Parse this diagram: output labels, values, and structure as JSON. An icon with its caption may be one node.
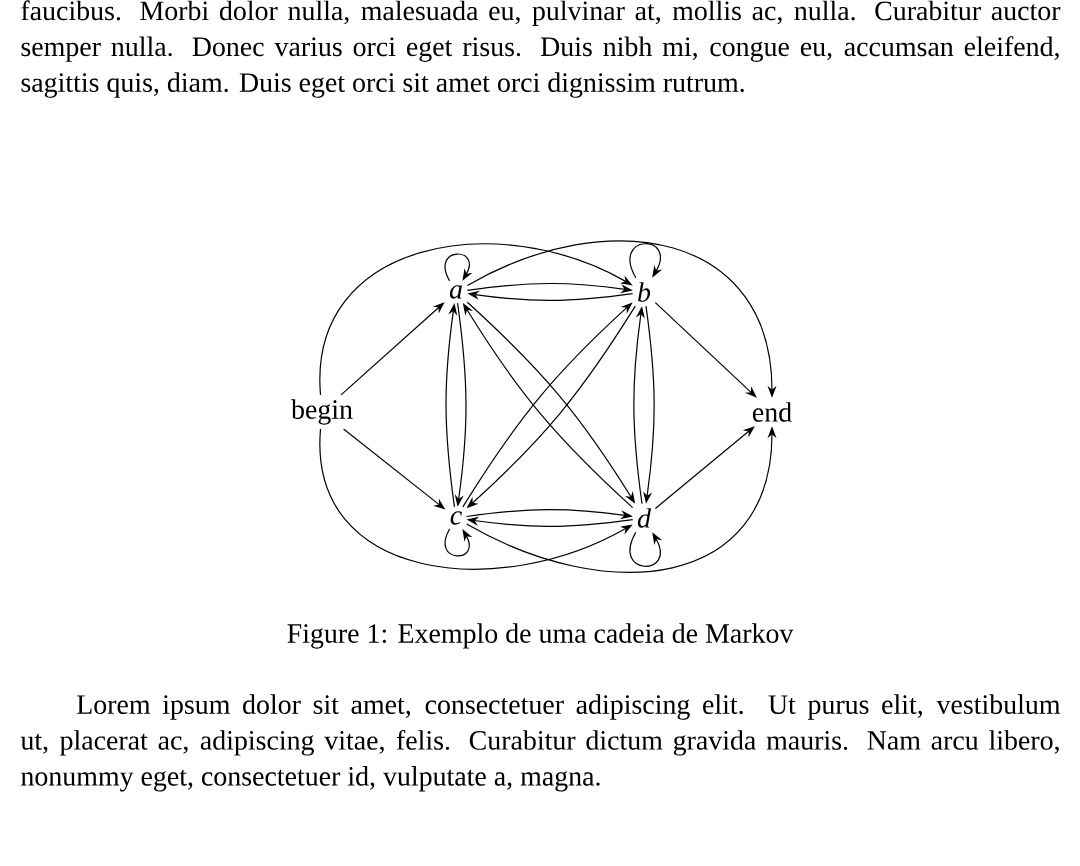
{
  "diagram": {
    "caption": "Figure 1: Exemplo de uma cadeia de Markov",
    "nodes": [
      {
        "text": [
          "a"
        ]
      },
      {
        "text": [
          "b"
        ]
      },
      {
        "text": [
          "begin"
        ]
      },
      {
        "text": [
          "end"
        ]
      },
      {
        "text": [
          "c"
        ]
      },
      {
        "text": [
          "d"
        ]
      }
    ],
    "edges": [
      {
        "from": 2,
        "to": 0,
        "arrow": "to"
      },
      {
        "from": 2,
        "to": 4,
        "arrow": "to"
      },
      {
        "from": 2,
        "to": 1,
        "arrow": "to"
      },
      {
        "from": 2,
        "to": 5,
        "arrow": "to"
      },
      {
        "from": 0,
        "to": 3,
        "arrow": "to"
      },
      {
        "from": 4,
        "to": 3,
        "arrow": "to"
      },
      {
        "from": 1,
        "to": 3,
        "arrow": "to"
      },
      {
        "from": 5,
        "to": 3,
        "arrow": "to"
      },
      {
        "from": 0,
        "to": 0,
        "arrow": "to"
      },
      {
        "from": 1,
        "to": 1,
        "arrow": "to"
      },
      {
        "from": 4,
        "to": 4,
        "arrow": "to"
      },
      {
        "from": 5,
        "to": 5,
        "arrow": "to"
      },
      {
        "from": 0,
        "to": 1,
        "arrow": "to"
      },
      {
        "from": 1,
        "to": 0,
        "arrow": "to"
      },
      {
        "from": 0,
        "to": 4,
        "arrow": "to"
      },
      {
        "from": 4,
        "to": 0,
        "arrow": "to"
      },
      {
        "from": 0,
        "to": 5,
        "arrow": "to"
      },
      {
        "from": 5,
        "to": 0,
        "arrow": "to"
      },
      {
        "from": 1,
        "to": 4,
        "arrow": "to"
      },
      {
        "from": 4,
        "to": 1,
        "arrow": "to"
      },
      {
        "from": 1,
        "to": 5,
        "arrow": "to"
      },
      {
        "from": 5,
        "to": 1,
        "arrow": "to"
      },
      {
        "from": 4,
        "to": 5,
        "arrow": "to"
      },
      {
        "from": 5,
        "to": 4,
        "arrow": "to"
      }
    ],
    "labels": [
      "faucibus. Morbi dolor nulla, malesuada eu, pulvinar at, mollis ac, nulla. Curabitur auctor semper nulla. Donec varius orci eget risus. Duis nibh mi, congue eu, accumsan eleifend, sagittis quis, diam. Duis eget orci sit amet orci dignissim rutrum.",
      "Lorem ipsum dolor sit amet, consectetuer adipiscing elit. Ut purus elit, vestibulum ut, placerat ac, adipiscing vitae, felis. Curabitur dictum gravida mauris. Nam arcu libero, nonummy eget, consectetuer id, vulputate a, magna."
    ]
  }
}
